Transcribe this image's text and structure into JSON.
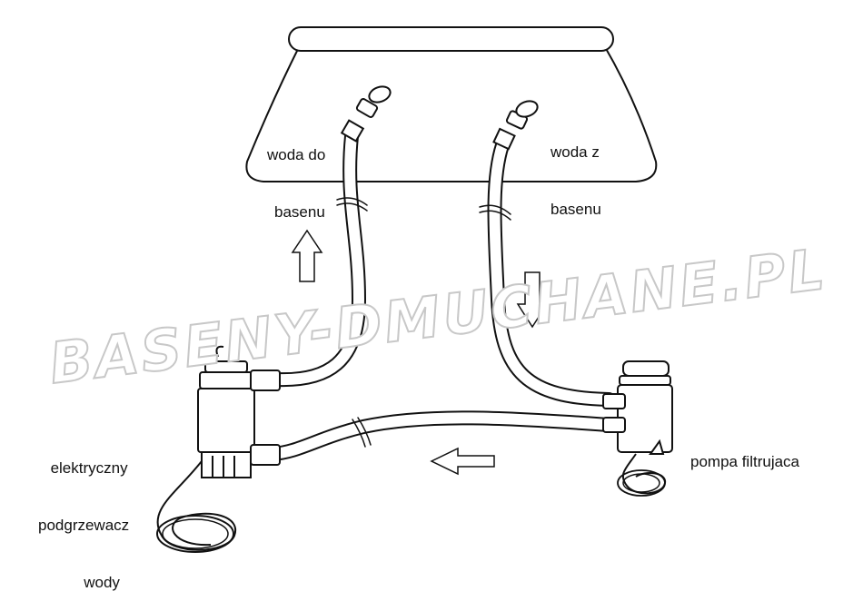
{
  "labels": {
    "water_to_pool": [
      "woda do",
      "basenu"
    ],
    "water_from_pool": [
      "woda z",
      "basenu"
    ],
    "heater": [
      "elektryczny",
      "podgrzewacz",
      "wody"
    ],
    "filter_pump": [
      "pompa filtrujaca"
    ]
  },
  "watermark": {
    "text": "BASENY-DMUCHANE.PL"
  },
  "colors": {
    "line": "#111111",
    "background": "#ffffff",
    "watermark_fill": "#ffffff",
    "watermark_stroke": "#d0d0d0"
  }
}
